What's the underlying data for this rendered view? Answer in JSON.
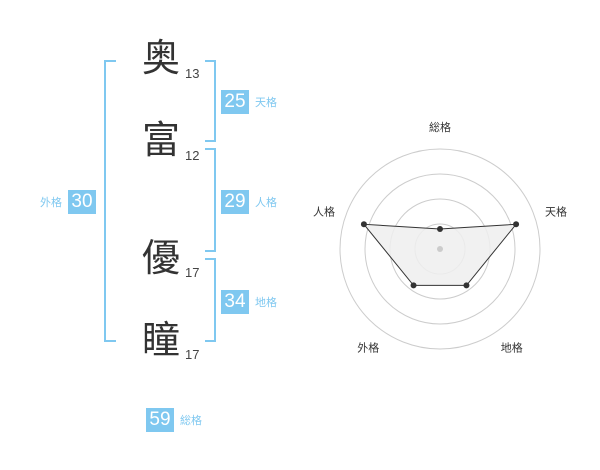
{
  "name_chars": [
    {
      "char": "奥",
      "strokes": "13"
    },
    {
      "char": "富",
      "strokes": "12"
    },
    {
      "char": "優",
      "strokes": "17"
    },
    {
      "char": "瞳",
      "strokes": "17"
    }
  ],
  "scores": {
    "tenkaku": {
      "value": "25",
      "label": "天格"
    },
    "jinkaku": {
      "value": "29",
      "label": "人格"
    },
    "chikaku": {
      "value": "34",
      "label": "地格"
    },
    "gaikaku": {
      "value": "30",
      "label": "外格"
    },
    "soukaku": {
      "value": "59",
      "label": "総格"
    }
  },
  "chart_data": {
    "type": "radar",
    "axes": [
      "総格",
      "天格",
      "地格",
      "外格",
      "人格"
    ],
    "values": [
      0.2,
      0.8,
      0.45,
      0.45,
      0.8
    ],
    "rings": 4,
    "colors": {
      "fill": "#eeeeee",
      "line": "#333333",
      "ring": "#cccccc",
      "accent": "#7fc8f0"
    }
  }
}
